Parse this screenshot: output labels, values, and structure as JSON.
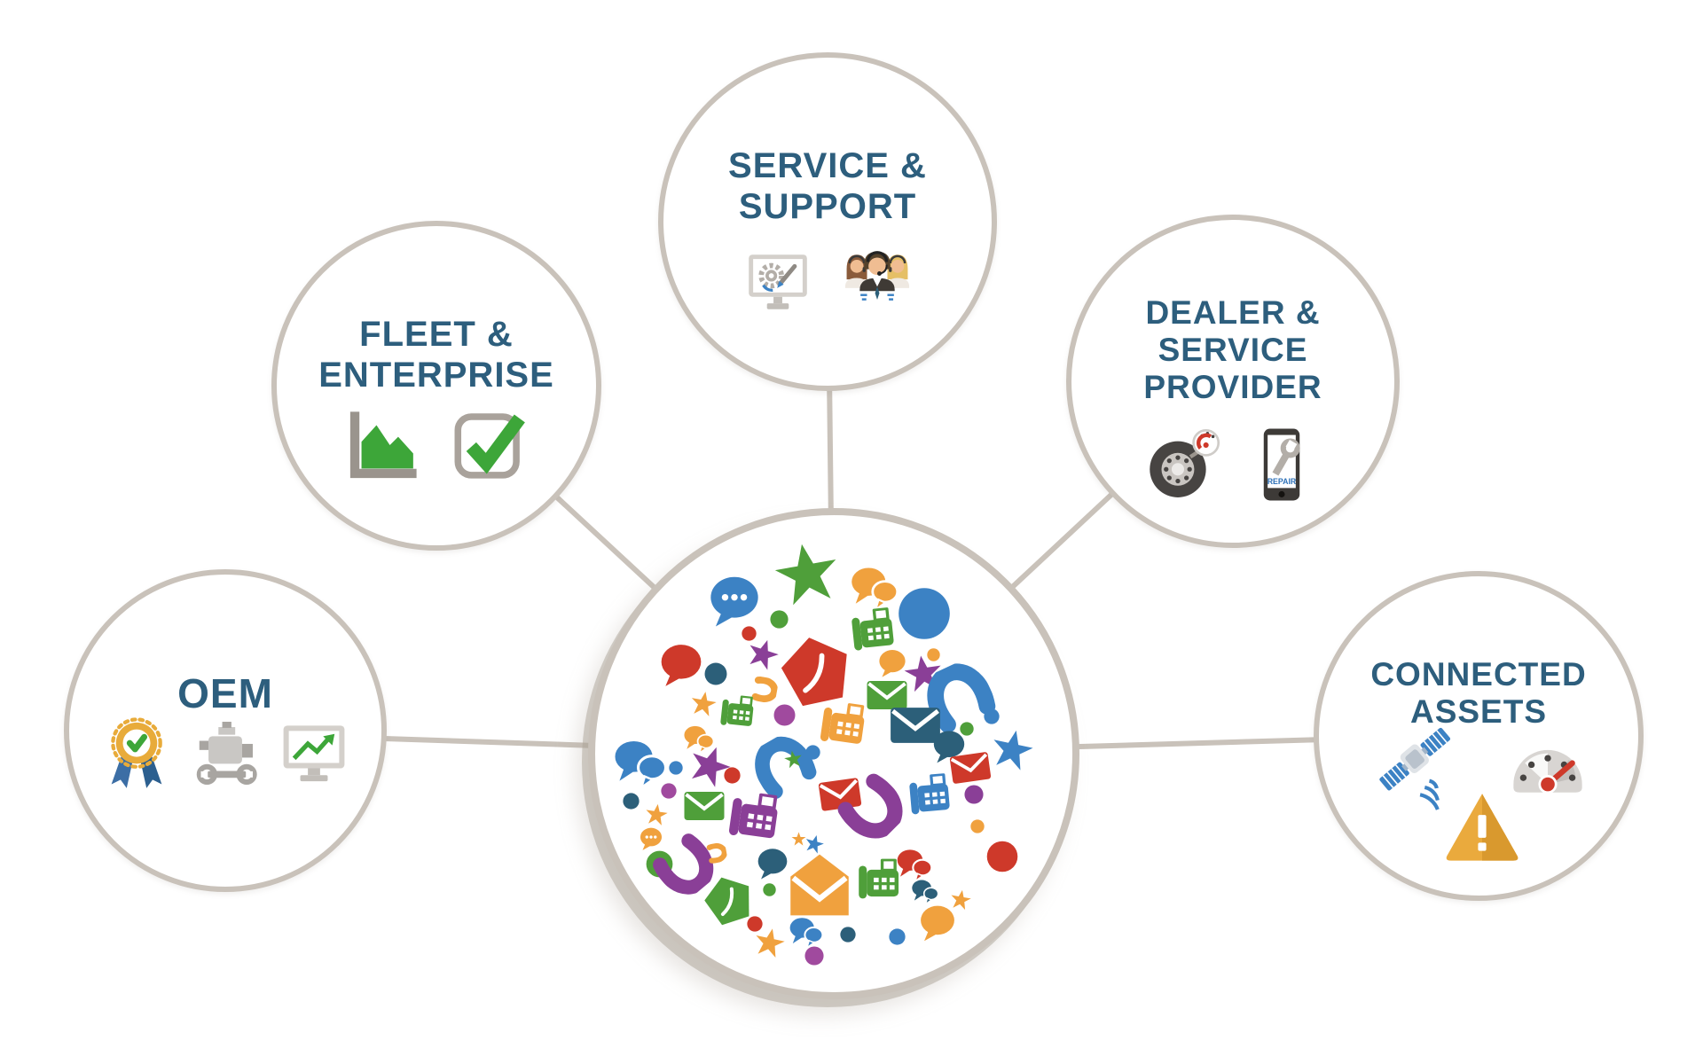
{
  "palette": {
    "line": "#c9c2ba",
    "text": "#2d5e7d",
    "blue": "#3c82c4",
    "teal": "#2c5f79",
    "red": "#ce392a",
    "green": "#4f9f3a",
    "brightgreen": "#3da639",
    "orange": "#f0a13e",
    "purple": "#8a3f97",
    "magenta": "#a04a9e",
    "gold": "#e8ab3a"
  },
  "nodes": {
    "hub": {
      "name": "communication-hub"
    },
    "oem": {
      "label": "OEM",
      "icons": [
        "certification-badge-icon",
        "engine-service-icon",
        "performance-monitor-icon"
      ]
    },
    "fleet": {
      "label": "FLEET &\nENTERPRISE",
      "icons": [
        "area-chart-icon",
        "checkbox-icon"
      ]
    },
    "service": {
      "label": "SERVICE &\nSUPPORT",
      "icons": [
        "system-config-monitor-icon",
        "support-team-icon"
      ]
    },
    "dealer": {
      "label": "DEALER &\nSERVICE\nPROVIDER",
      "icons": [
        "tire-diagnostics-icon",
        "repair-tablet-icon"
      ]
    },
    "connected": {
      "label": "CONNECTED\nASSETS",
      "icons": [
        "satellite-icon",
        "speedometer-icon",
        "warning-triangle-icon"
      ]
    }
  },
  "labels": {
    "repair": "REPAIR"
  },
  "collage": [
    [
      "bubbledots",
      -112,
      -172,
      62,
      0,
      "blue"
    ],
    [
      "star",
      -30,
      -202,
      74,
      -10,
      "green"
    ],
    [
      "bubble2",
      46,
      -186,
      56,
      0,
      "orange"
    ],
    [
      "dot",
      102,
      -158,
      60,
      0,
      "blue"
    ],
    [
      "dot",
      -62,
      -152,
      21,
      0,
      "green"
    ],
    [
      "dot",
      -96,
      -136,
      17,
      0,
      "red"
    ],
    [
      "fax",
      47,
      -141,
      56,
      -6,
      "green"
    ],
    [
      "dot",
      112,
      -112,
      15,
      0,
      "orange"
    ],
    [
      "bubble",
      -172,
      -100,
      52,
      0,
      "red"
    ],
    [
      "dot",
      -133,
      -90,
      26,
      0,
      "teal"
    ],
    [
      "star",
      -80,
      -112,
      36,
      18,
      "purple"
    ],
    [
      "env5",
      -20,
      -94,
      82,
      -12,
      "red"
    ],
    [
      "bubble",
      66,
      -102,
      34,
      0,
      "orange"
    ],
    [
      "star",
      101,
      -90,
      44,
      -8,
      "purple"
    ],
    [
      "env",
      60,
      -66,
      50,
      0,
      "green"
    ],
    [
      "handset",
      141,
      -64,
      72,
      -25,
      "blue"
    ],
    [
      "phone",
      -78,
      -72,
      28,
      100,
      "orange"
    ],
    [
      "fax",
      -106,
      -48,
      44,
      6,
      "green"
    ],
    [
      "star",
      -147,
      -56,
      30,
      10,
      "orange"
    ],
    [
      "dot",
      -56,
      -44,
      25,
      0,
      "magenta"
    ],
    [
      "bubble2",
      -152,
      -16,
      36,
      0,
      "orange"
    ],
    [
      "fax",
      14,
      -34,
      58,
      8,
      "orange"
    ],
    [
      "env",
      92,
      -32,
      62,
      0,
      "teal"
    ],
    [
      "dot",
      150,
      -28,
      16,
      0,
      "green"
    ],
    [
      "bubble",
      130,
      -8,
      40,
      0,
      "teal"
    ],
    [
      "star",
      201,
      -4,
      48,
      12,
      "blue"
    ],
    [
      "dot",
      178,
      -42,
      18,
      0,
      "blue"
    ],
    [
      "env",
      154,
      16,
      48,
      -8,
      "red"
    ],
    [
      "dot",
      158,
      46,
      22,
      0,
      "purple"
    ],
    [
      "bubble2",
      -218,
      12,
      62,
      0,
      "blue"
    ],
    [
      "dot",
      -178,
      16,
      16,
      0,
      "blue"
    ],
    [
      "star",
      -140,
      14,
      48,
      20,
      "purple"
    ],
    [
      "dot",
      -115,
      24,
      19,
      0,
      "red"
    ],
    [
      "handset",
      -57,
      14,
      64,
      -30,
      "blue"
    ],
    [
      "star",
      -46,
      6,
      21,
      -10,
      "green"
    ],
    [
      "dot",
      -24,
      -2,
      17,
      0,
      "blue"
    ],
    [
      "env",
      7,
      46,
      50,
      -8,
      "red"
    ],
    [
      "dot",
      -229,
      53,
      19,
      0,
      "teal"
    ],
    [
      "dot",
      -186,
      42,
      18,
      0,
      "magenta"
    ],
    [
      "env",
      -146,
      59,
      50,
      0,
      "green"
    ],
    [
      "fax",
      -86,
      70,
      64,
      8,
      "purple"
    ],
    [
      "star",
      -200,
      69,
      26,
      8,
      "orange"
    ],
    [
      "bubbledots",
      -206,
      96,
      28,
      0,
      "orange"
    ],
    [
      "dot",
      -197,
      124,
      31,
      0,
      "green"
    ],
    [
      "handset",
      -167,
      127,
      62,
      140,
      "purple"
    ],
    [
      "phone",
      -132,
      112,
      22,
      80,
      "orange"
    ],
    [
      "star",
      -40,
      96,
      17,
      0,
      "orange"
    ],
    [
      "star",
      -22,
      102,
      22,
      15,
      "blue"
    ],
    [
      "bubble",
      -69,
      124,
      38,
      0,
      "teal"
    ],
    [
      "envopen",
      -16,
      148,
      78,
      0,
      "orange"
    ],
    [
      "env5",
      -119,
      164,
      57,
      -18,
      "green"
    ],
    [
      "dot",
      -73,
      153,
      15,
      0,
      "green"
    ],
    [
      "dot",
      -89,
      192,
      18,
      0,
      "red"
    ],
    [
      "star",
      -73,
      213,
      35,
      12,
      "orange"
    ],
    [
      "bubble2",
      -31,
      202,
      40,
      0,
      "blue"
    ],
    [
      "dot",
      16,
      204,
      18,
      0,
      "teal"
    ],
    [
      "dot",
      -22,
      228,
      22,
      0,
      "magenta"
    ],
    [
      "fax",
      111,
      45,
      54,
      -5,
      "blue"
    ],
    [
      "handset",
      44,
      62,
      66,
      135,
      "purple"
    ],
    [
      "dot",
      162,
      82,
      16,
      0,
      "orange"
    ],
    [
      "dot",
      190,
      116,
      36,
      0,
      "red"
    ],
    [
      "bubble2",
      91,
      126,
      42,
      0,
      "red"
    ],
    [
      "fax",
      54,
      141,
      56,
      0,
      "green"
    ],
    [
      "bubble2",
      103,
      156,
      32,
      0,
      "teal"
    ],
    [
      "bubble",
      117,
      191,
      44,
      0,
      "orange"
    ],
    [
      "dot",
      71,
      206,
      19,
      0,
      "blue"
    ],
    [
      "star",
      143,
      165,
      24,
      10,
      "orange"
    ]
  ]
}
